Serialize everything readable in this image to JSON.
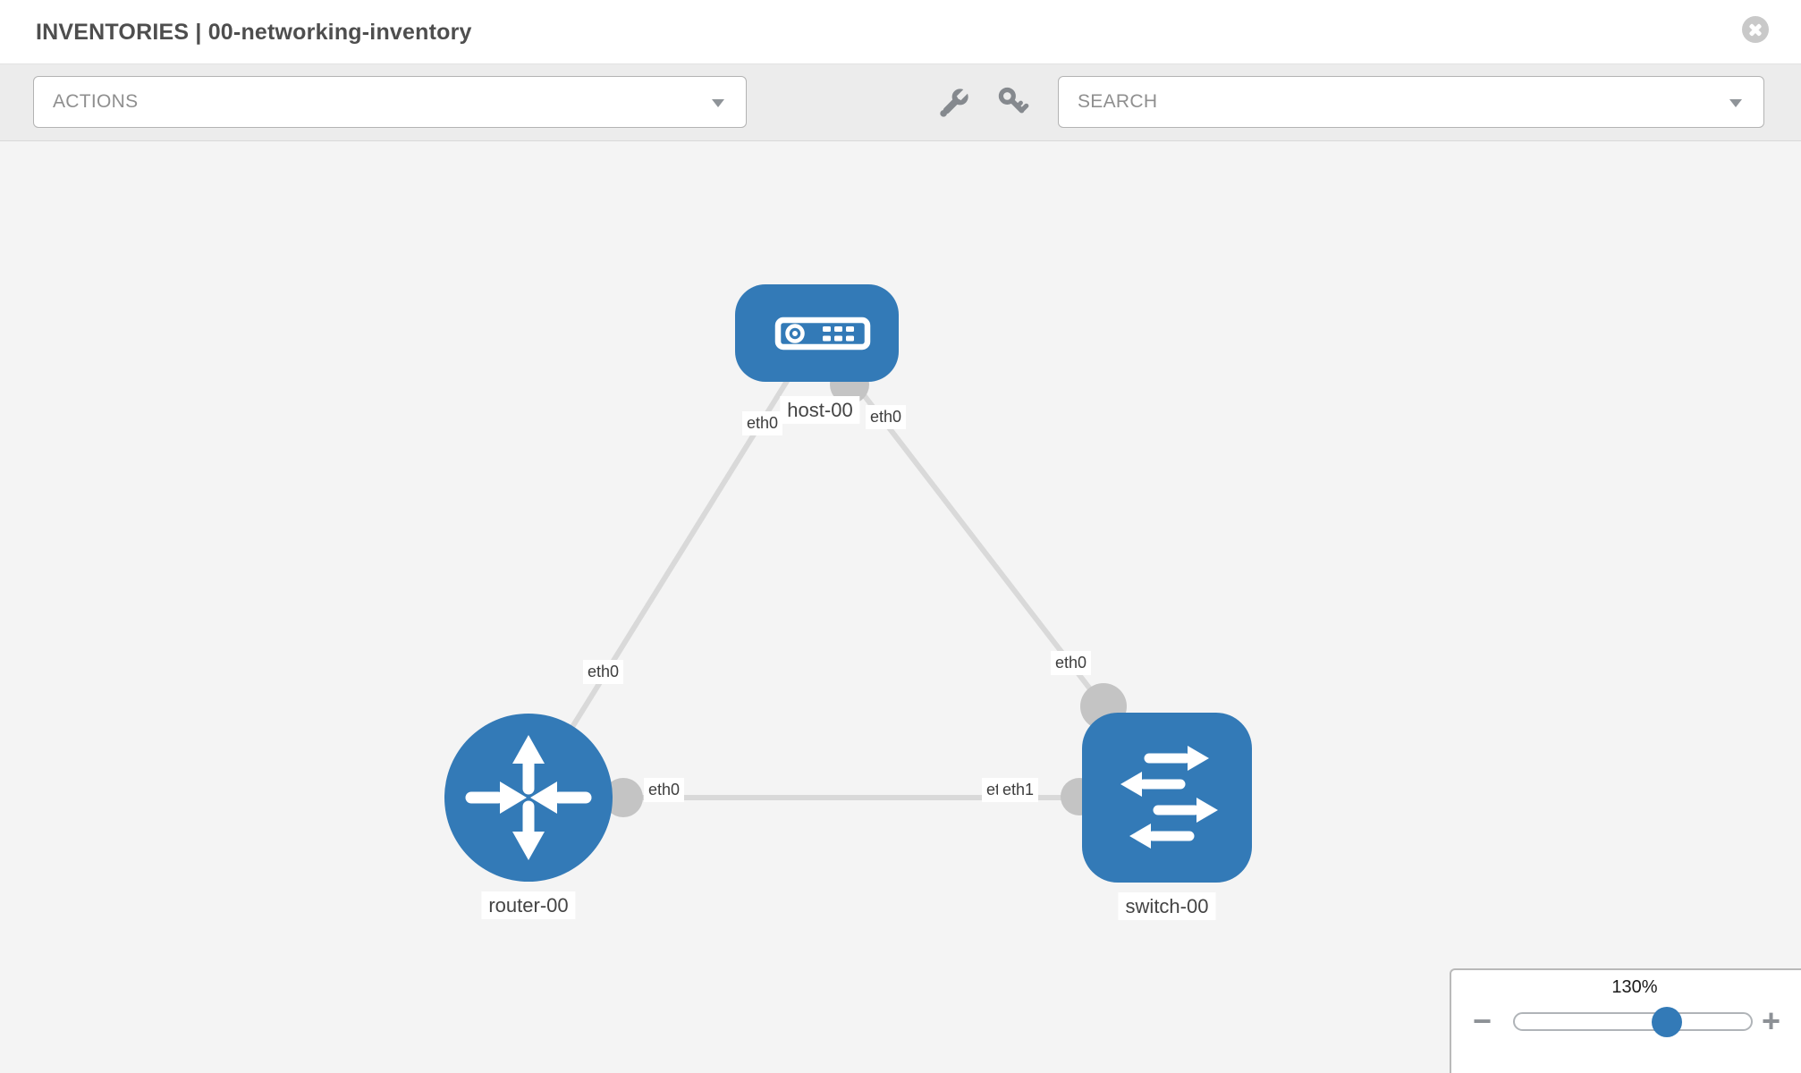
{
  "header": {
    "title": "INVENTORIES | 00-networking-inventory"
  },
  "toolbar": {
    "actions_label": "ACTIONS",
    "search_label": "SEARCH",
    "icons": [
      "wrench-icon",
      "key-icon"
    ]
  },
  "topology": {
    "nodes": [
      {
        "label": "host-00",
        "type": "host"
      },
      {
        "label": "router-00",
        "type": "router"
      },
      {
        "label": "switch-00",
        "type": "switch"
      }
    ],
    "links": [
      {
        "from": "host-00",
        "to": "router-00"
      },
      {
        "from": "host-00",
        "to": "switch-00"
      },
      {
        "from": "router-00",
        "to": "switch-00"
      }
    ],
    "interfaces": [
      {
        "label": "eth0",
        "location": "host-left"
      },
      {
        "label": "eth0",
        "location": "host-right"
      },
      {
        "label": "eth0",
        "location": "router-top"
      },
      {
        "label": "eth0",
        "location": "switch-top"
      },
      {
        "label": "eth0",
        "location": "router-right"
      },
      {
        "label": "eth0",
        "location": "switch-left-under"
      },
      {
        "label": "eth1",
        "location": "switch-left"
      }
    ]
  },
  "zoom_control": {
    "level": "130%",
    "minus_label": "−",
    "plus_label": "+"
  },
  "colors": {
    "node_blue": "#337ab7",
    "link_gray": "#d9d9d9",
    "connector_gray": "#c4c4c4",
    "toolbar_gray": "#ececec",
    "canvas_gray": "#f4f4f4"
  }
}
